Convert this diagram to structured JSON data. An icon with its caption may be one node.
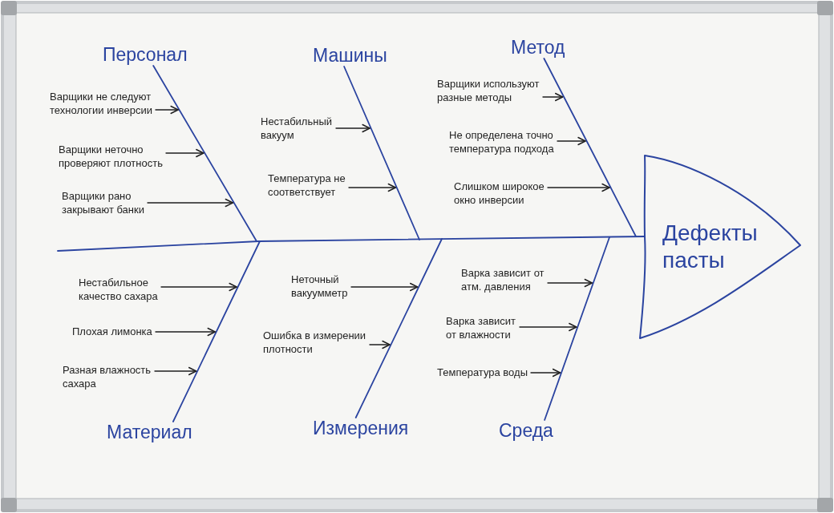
{
  "diagram": {
    "nodes": [
      {
        "text": [
          "Персонал"
        ]
      },
      {
        "text": [
          "Варщики не следуют технологии инверсии"
        ]
      },
      {
        "text": [
          "Варщики неточно проверяют плотность"
        ]
      },
      {
        "text": [
          "Варщики рано закрывают банки"
        ]
      },
      {
        "text": [
          "Машины"
        ]
      },
      {
        "text": [
          "Нестабильный вакуум"
        ]
      },
      {
        "text": [
          "Температура не соответствует"
        ]
      },
      {
        "text": [
          "Метод"
        ]
      },
      {
        "text": [
          "Варщики используют разные методы"
        ]
      },
      {
        "text": [
          "Не определена точно температура подхода"
        ]
      },
      {
        "text": [
          "Слишком широкое окно инверсии"
        ]
      },
      {
        "text": [
          "Дефекты пасты"
        ]
      },
      {
        "text": [
          "Нестабильное качество сахара"
        ]
      },
      {
        "text": [
          "Плохая лимонка"
        ]
      },
      {
        "text": [
          "Разная влажность сахара"
        ]
      },
      {
        "text": [
          "Материал"
        ]
      },
      {
        "text": [
          "Неточный вакуумметр"
        ]
      },
      {
        "text": [
          "Ошибка в измерении плотности"
        ]
      },
      {
        "text": [
          "Измерения"
        ]
      },
      {
        "text": [
          "Варка зависит от атм. давления"
        ]
      },
      {
        "text": [
          "Варка зависит от влажности"
        ]
      },
      {
        "text": [
          "Температура воды"
        ]
      },
      {
        "text": [
          "Среда"
        ]
      }
    ],
    "edges": [
      {
        "from": 0,
        "to": 11,
        "arrow": "none",
        "color": "#2b44a0"
      },
      {
        "from": 4,
        "to": 11,
        "arrow": "none",
        "color": "#2b44a0"
      },
      {
        "from": 7,
        "to": 11,
        "arrow": "none",
        "color": "#2b44a0"
      },
      {
        "from": 15,
        "to": 11,
        "arrow": "none",
        "color": "#2b44a0"
      },
      {
        "from": 18,
        "to": 11,
        "arrow": "none",
        "color": "#2b44a0"
      },
      {
        "from": 22,
        "to": 11,
        "arrow": "none",
        "color": "#2b44a0"
      },
      {
        "from": null,
        "to": 11,
        "arrow": "none",
        "color": "#2b44a0"
      },
      {
        "from": 1,
        "to": null,
        "arrow": "to"
      },
      {
        "from": 2,
        "to": null,
        "arrow": "to"
      },
      {
        "from": 3,
        "to": null,
        "arrow": "to"
      },
      {
        "from": 5,
        "to": null,
        "arrow": "to"
      },
      {
        "from": 6,
        "to": null,
        "arrow": "to"
      },
      {
        "from": 8,
        "to": null,
        "arrow": "to"
      },
      {
        "from": 9,
        "to": null,
        "arrow": "to"
      },
      {
        "from": 10,
        "to": null,
        "arrow": "to"
      },
      {
        "from": 12,
        "to": null,
        "arrow": "to"
      },
      {
        "from": 13,
        "to": null,
        "arrow": "to"
      },
      {
        "from": 14,
        "to": null,
        "arrow": "to"
      },
      {
        "from": 16,
        "to": null,
        "arrow": "to"
      },
      {
        "from": 17,
        "to": null,
        "arrow": "to"
      },
      {
        "from": 19,
        "to": null,
        "arrow": "to"
      },
      {
        "from": 20,
        "to": null,
        "arrow": "to"
      },
      {
        "from": 21,
        "to": null,
        "arrow": "to"
      }
    ]
  }
}
